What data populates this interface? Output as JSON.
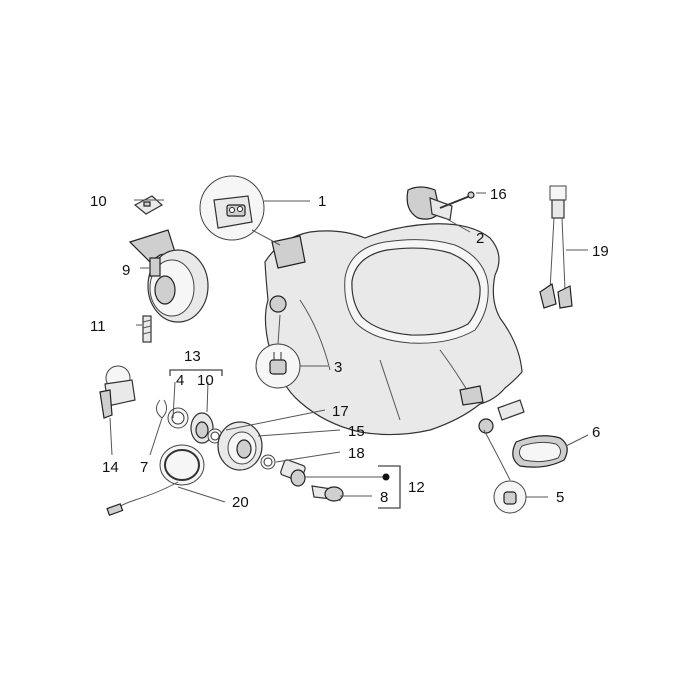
{
  "diagram": {
    "callouts": {
      "c1": "1",
      "c2": "2",
      "c3": "3",
      "c4": "4",
      "c5": "5",
      "c6": "6",
      "c7": "7",
      "c8": "8",
      "c9": "9",
      "c10a": "10",
      "c10b": "10",
      "c11": "11",
      "c12": "12",
      "c13": "13",
      "c14": "14",
      "c15": "15",
      "c16": "16",
      "c17": "17",
      "c18": "18",
      "c19": "19",
      "c20": "20"
    }
  }
}
